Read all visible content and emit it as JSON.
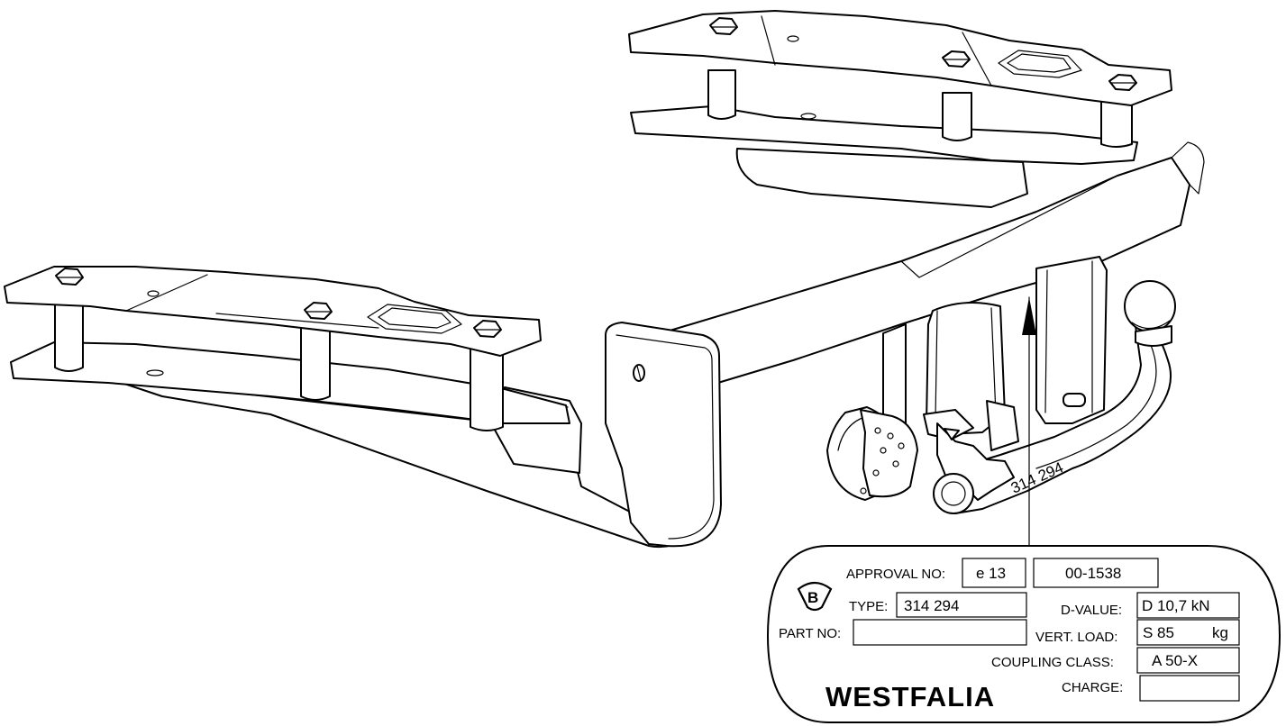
{
  "stamp": {
    "part_number": "314 294"
  },
  "type_plate": {
    "badge_letter": "B",
    "approval_no_label": "APPROVAL NO:",
    "approval_no_part1": "e 13",
    "approval_no_part2": "00-1538",
    "type_label": "TYPE:",
    "type_value": "314 294",
    "d_value_label": "D-VALUE:",
    "d_value": "D 10,7 kN",
    "part_no_label": "PART NO:",
    "part_no_value": "",
    "vert_load_label": "VERT. LOAD:",
    "vert_load_value": "S 85",
    "vert_load_unit": "kg",
    "coupling_class_label": "COUPLING CLASS:",
    "coupling_class_value": "A 50-X",
    "charge_label": "CHARGE:",
    "charge_value": "",
    "brand": "WESTFALIA"
  }
}
